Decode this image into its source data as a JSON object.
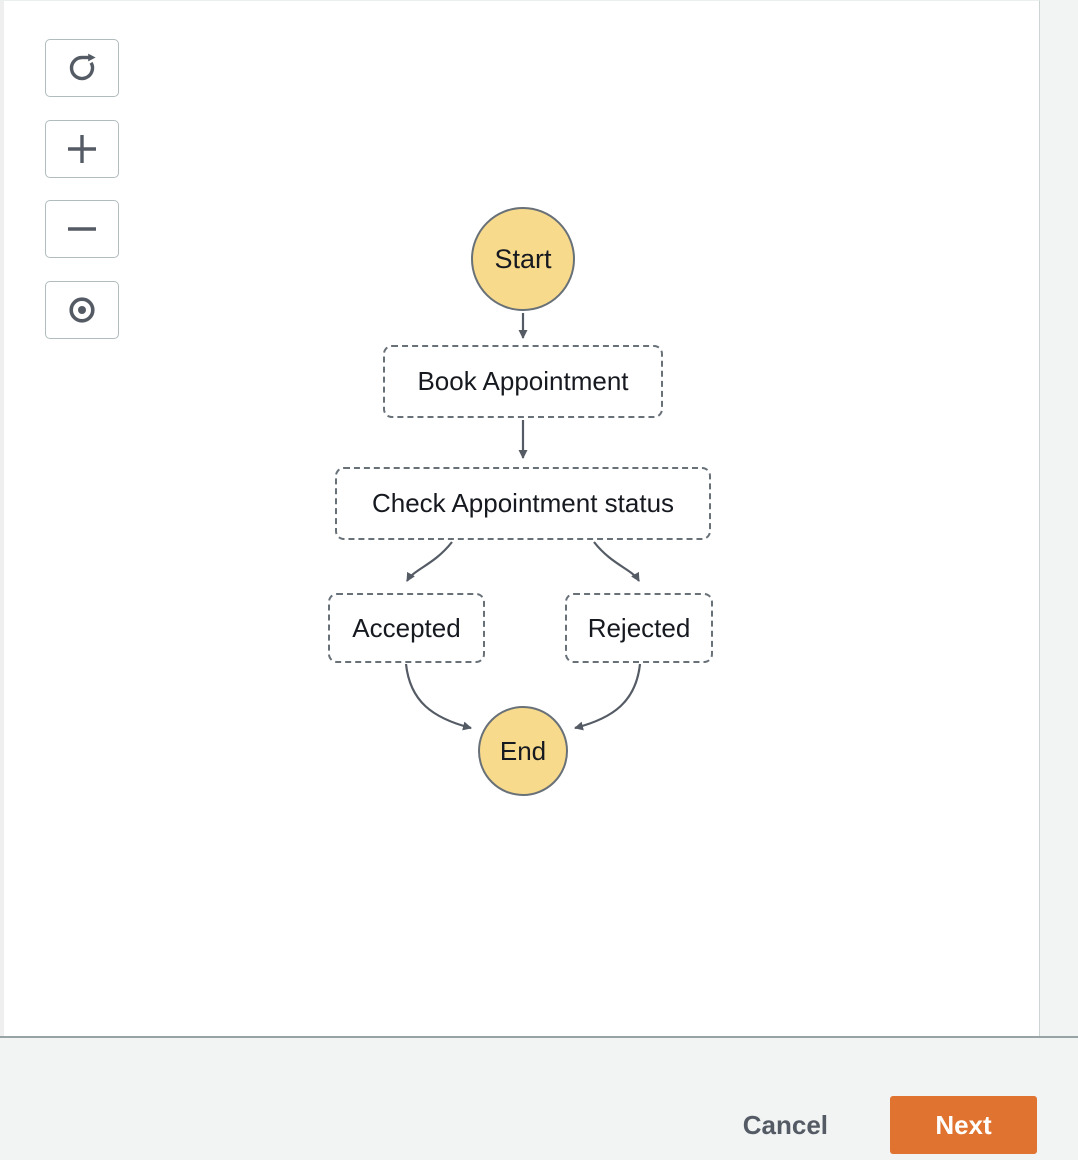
{
  "toolbar": {
    "buttons": [
      {
        "id": "refresh",
        "icon": "refresh-icon"
      },
      {
        "id": "zoom-in",
        "icon": "plus-icon"
      },
      {
        "id": "zoom-out",
        "icon": "minus-icon"
      },
      {
        "id": "fit-view",
        "icon": "center-dot-icon"
      }
    ]
  },
  "diagram": {
    "nodes": [
      {
        "id": "start",
        "type": "circle",
        "label": "Start"
      },
      {
        "id": "book",
        "type": "step",
        "label": "Book Appointment"
      },
      {
        "id": "check",
        "type": "step",
        "label": "Check Appointment status"
      },
      {
        "id": "accepted",
        "type": "step",
        "label": "Accepted"
      },
      {
        "id": "rejected",
        "type": "step",
        "label": "Rejected"
      },
      {
        "id": "end",
        "type": "circle",
        "label": "End"
      }
    ],
    "edges": [
      {
        "from": "start",
        "to": "book"
      },
      {
        "from": "book",
        "to": "check"
      },
      {
        "from": "check",
        "to": "accepted"
      },
      {
        "from": "check",
        "to": "rejected"
      },
      {
        "from": "accepted",
        "to": "end"
      },
      {
        "from": "rejected",
        "to": "end"
      }
    ],
    "colors": {
      "node_fill": "#f8da8c",
      "node_border": "#687078",
      "box_border": "#687078",
      "arrow": "#545b64",
      "text": "#16191f"
    }
  },
  "footer": {
    "cancel_label": "Cancel",
    "next_label": "Next",
    "next_button_color": "#e0732f",
    "background": "#f2f3f3"
  }
}
